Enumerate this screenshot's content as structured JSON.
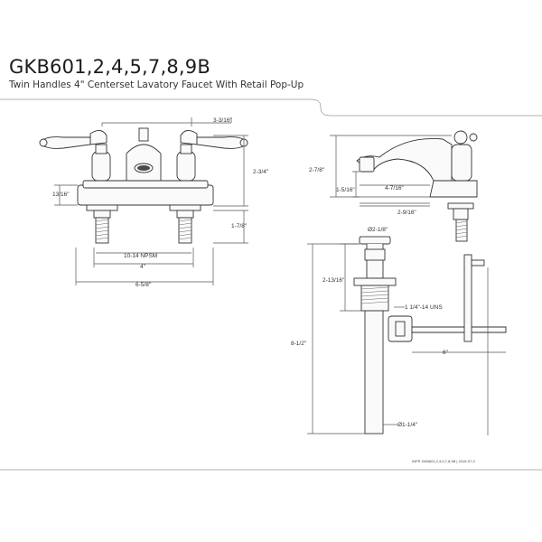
{
  "header": {
    "model": "GKB601,2,4,5,7,8,9B",
    "description": "Twin Handles 4\" Centerset Lavatory Faucet With Retail Pop-Up"
  },
  "front_view": {
    "dims": {
      "handle_spacing": "3-3/16\"",
      "height": "2-3/4\"",
      "deck_thickness": "13/16\"",
      "shank_length": "1-7/8\"",
      "thread": "10-14 NPSM",
      "centerset": "4\"",
      "overall_width": "6-5/8\""
    }
  },
  "side_view": {
    "dims": {
      "height": "2-7/8\"",
      "spout_height": "1-5/16\"",
      "spout_reach": "4-7/16\"",
      "base_reach": "2-9/16\""
    }
  },
  "popup_view": {
    "dims": {
      "flange_dia": "Ø2-1/8\"",
      "body_height": "2-13/16\"",
      "thread": "1 1/4\"-14 UNS",
      "total_height": "8-1/2\"",
      "rod_length": "6\"",
      "tailpiece_dia": "Ø1-1/4\""
    }
  },
  "footer": {
    "doc_ref": "INFR GKB601,2,4,5,7,8,9B | 2019-07-C"
  },
  "colors": {
    "line": "#555555",
    "part": "#333333",
    "frame": "#888888"
  }
}
